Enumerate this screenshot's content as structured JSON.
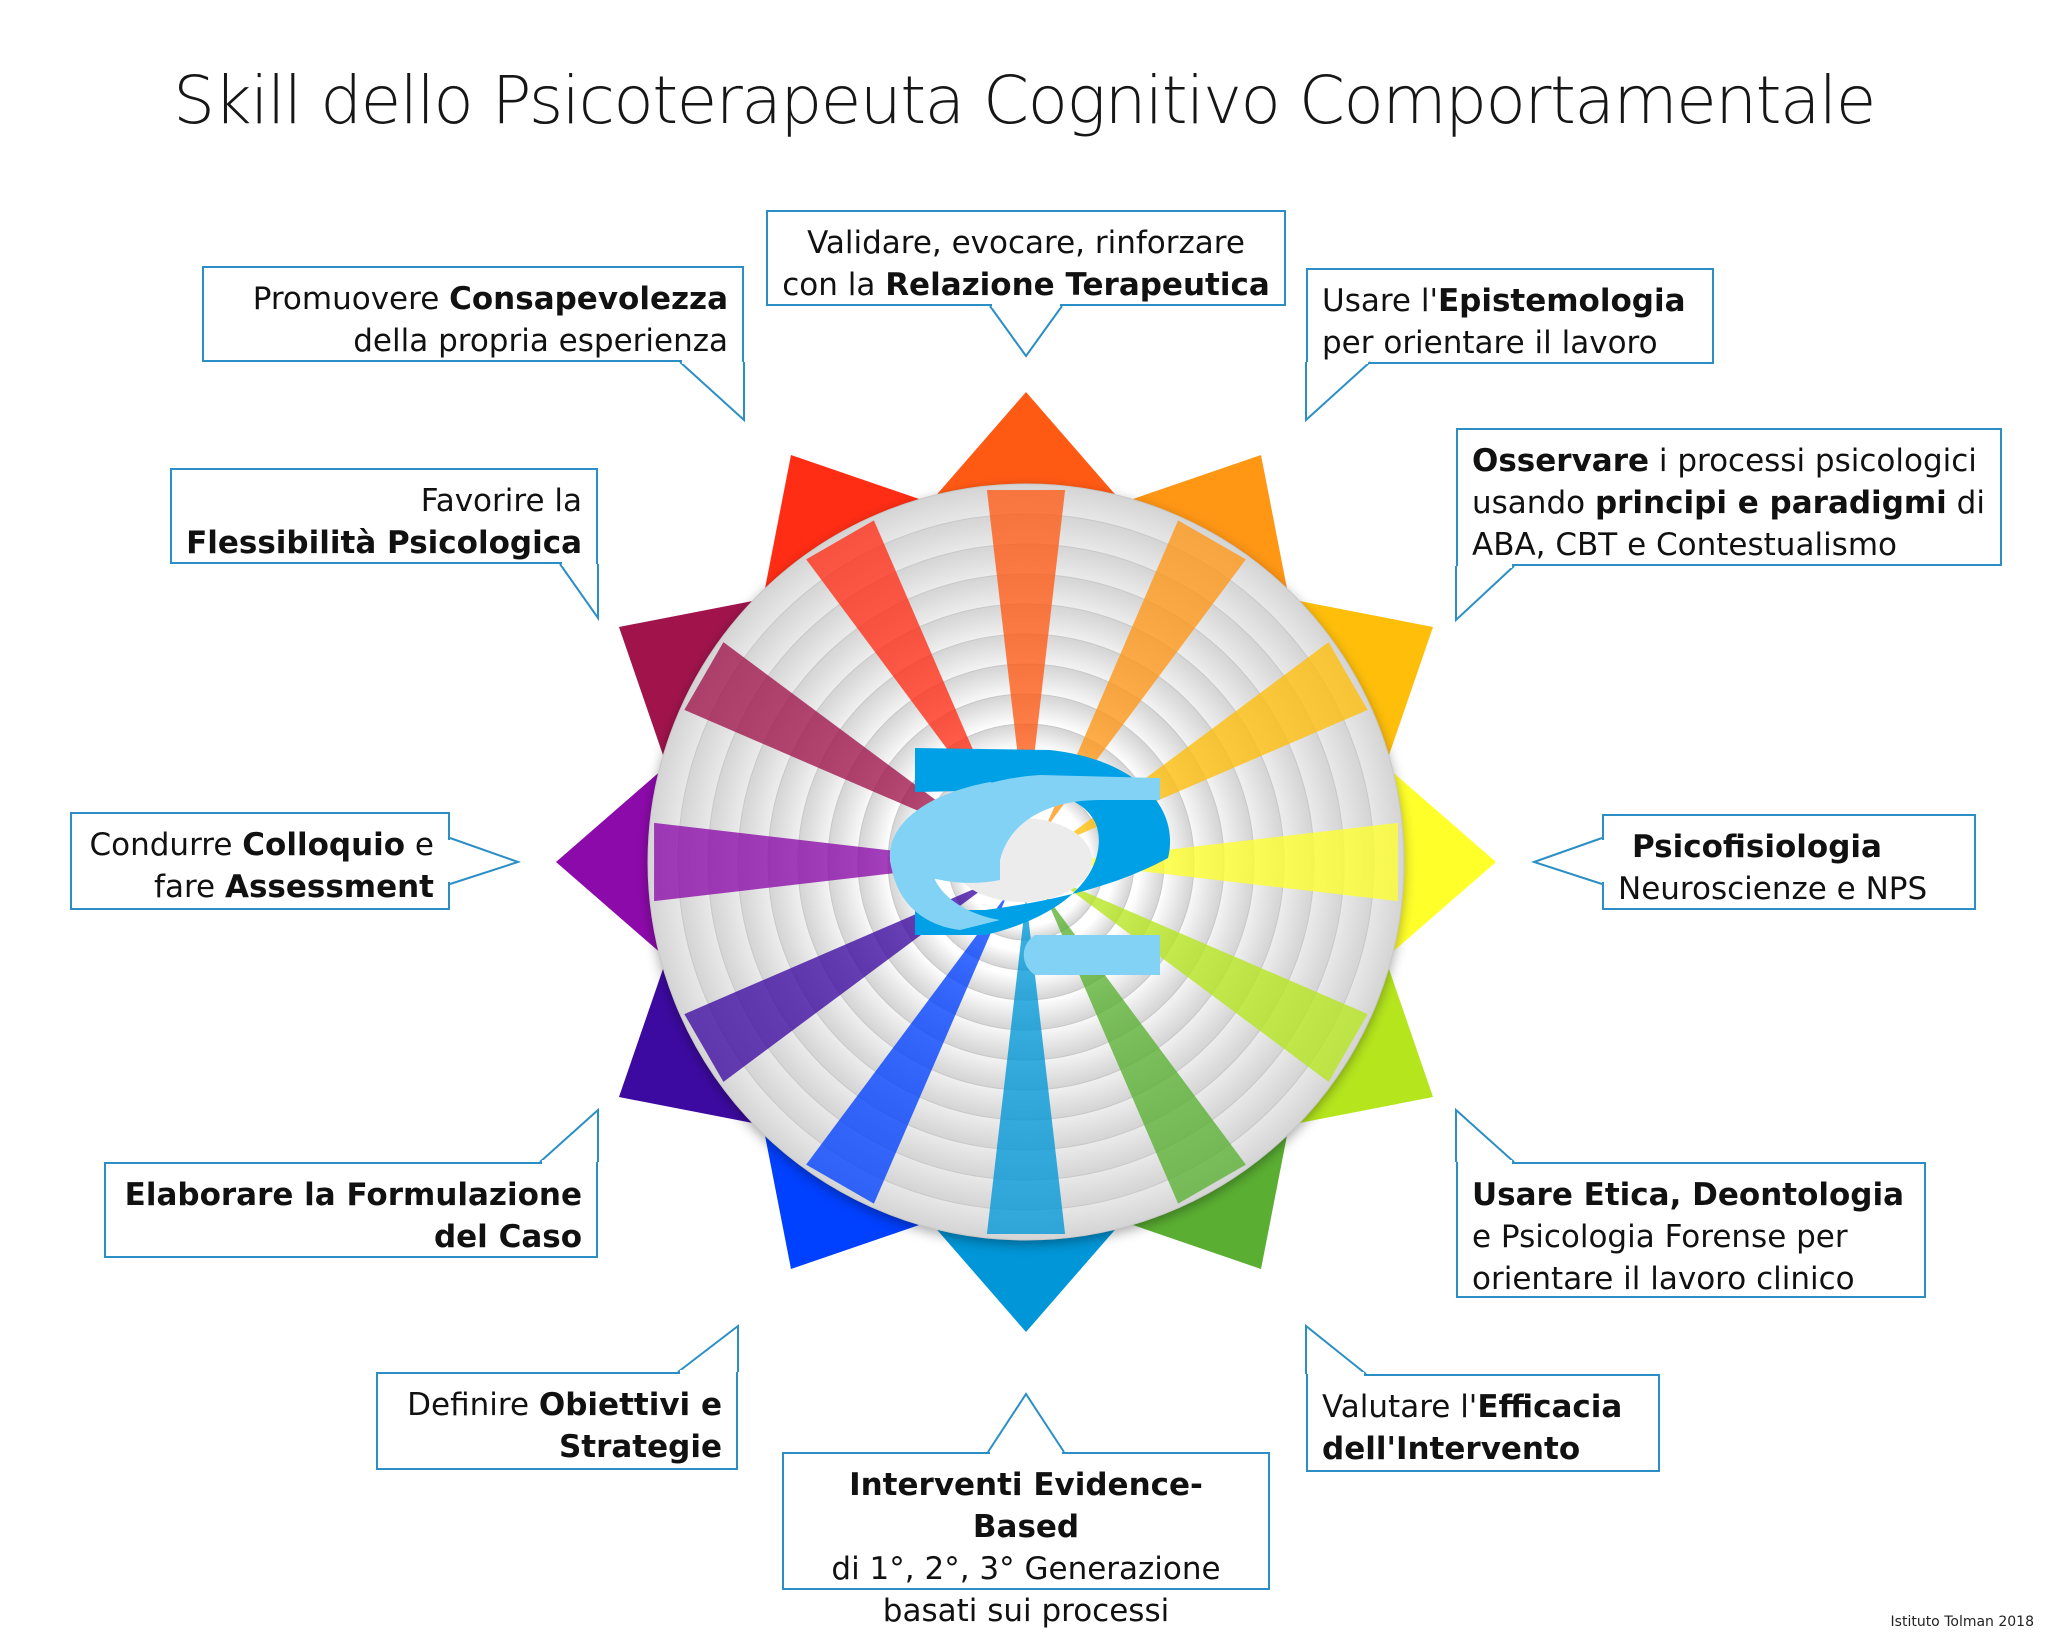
{
  "title": "Skill dello Psicoterapeuta Cognitivo Comportamentale",
  "footer": "Istituto Tolman 2018",
  "callouts": {
    "top": {
      "l1a": "Validare, evocare, rinforzare",
      "l2a": "con la ",
      "l2b": "Relazione Terapeutica"
    },
    "top_left": {
      "l1a": "Promuovere ",
      "l1b": "Consapevolezza",
      "l2a": "della propria esperienza"
    },
    "top_right": {
      "l1a": "Usare l'",
      "l1b": "Epistemologia",
      "l2a": "per orientare il lavoro"
    },
    "left_upper": {
      "l1a": "Favorire la",
      "l2b": "Flessibilità Psicologica"
    },
    "right_upper": {
      "l1b": "Osservare",
      "l1a": " i processi psicologici",
      "l2a": "usando ",
      "l2b": "principi e paradigmi",
      "l2c": " di",
      "l3a": "ABA, CBT e Contestualismo"
    },
    "left_mid": {
      "l1a": "Condurre ",
      "l1b": "Colloquio",
      "l1c": " e",
      "l2a": "fare ",
      "l2b": "Assessment"
    },
    "right_mid": {
      "l1b": "Psicofisiologia",
      "l2a": "Neuroscienze e NPS"
    },
    "left_lower": {
      "l1b": "Elaborare la Formulazione",
      "l2b": "del Caso"
    },
    "right_lower": {
      "l1b": "Usare Etica, Deontologia",
      "l2a": "e Psicologia Forense per",
      "l3a": "orientare il lavoro clinico"
    },
    "bottom_left": {
      "l1a": "Definire ",
      "l1b": "Obiettivi e",
      "l2b": "Strategie"
    },
    "bottom_right": {
      "l1a": "Valutare l'",
      "l1b": "Efficacia",
      "l2b": "dell'Intervento"
    },
    "bottom": {
      "l1b": "Interventi Evidence-Based",
      "l2a": "di 1°, 2°, 3° Generazione",
      "l3a": "basati sui processi"
    }
  },
  "wheel_colors": [
    "#ff5a14",
    "#ff9614",
    "#ffbe0a",
    "#ffff2a",
    "#b5e61d",
    "#5aaf32",
    "#0096d7",
    "#0040ff",
    "#3c0aa0",
    "#8c0aaa",
    "#a0144b",
    "#ff2d14"
  ],
  "logo_colors": {
    "primary": "#00a0e6",
    "light": "#82d2f5"
  }
}
